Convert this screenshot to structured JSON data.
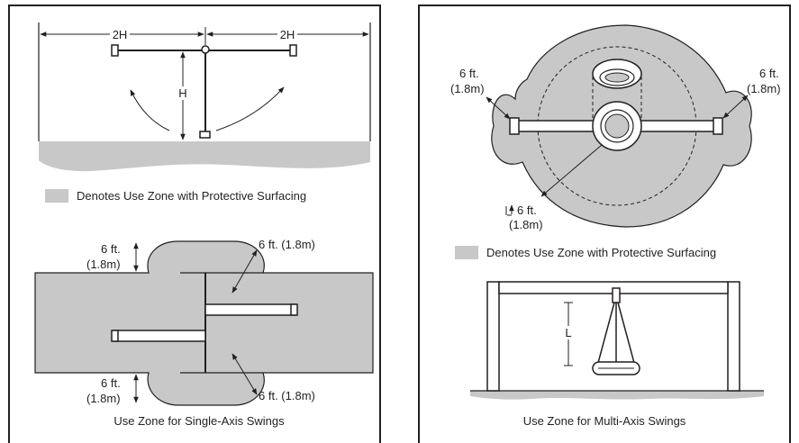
{
  "left_panel": {
    "top_diagram": {
      "dim_left": "2H",
      "dim_right": "2H",
      "dim_height": "H",
      "legend": "Denotes Use Zone with Protective Surfacing"
    },
    "bottom_diagram": {
      "top_left_dim_line1": "6 ft.",
      "top_left_dim_line2": "(1.8m)",
      "top_right_dim": "6 ft. (1.8m)",
      "bottom_left_dim_line1": "6 ft.",
      "bottom_left_dim_line2": "(1.8m)",
      "bottom_right_dim": "6 ft. (1.8m)",
      "caption": "Use Zone for Single-Axis Swings"
    }
  },
  "right_panel": {
    "top_diagram": {
      "left_dim_line1": "6 ft.",
      "left_dim_line2": "(1.8m)",
      "right_dim_line1": "6 ft.",
      "right_dim_line2": "(1.8m)",
      "bottom_dim_line1": "6 ft.",
      "bottom_dim_line2": "(1.8m)",
      "legend": "Denotes Use Zone with Protective Surfacing"
    },
    "bottom_diagram": {
      "dim_length": "L",
      "caption": "Use Zone for Multi-Axis Swings"
    }
  },
  "colors": {
    "zone_fill": "#c8c8c8",
    "line": "#231f20",
    "background": "#ffffff"
  }
}
